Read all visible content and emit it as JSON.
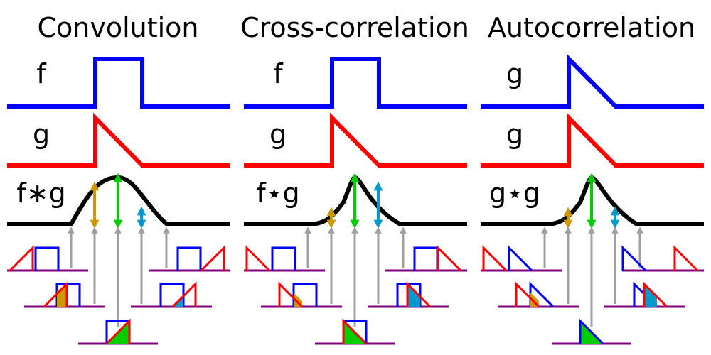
{
  "colors": {
    "f": "#0000ff",
    "g": "#ff0000",
    "result": "#000000",
    "axis": "#800080",
    "guide": "#a0a0a0",
    "arrow_peak": "#00cc00",
    "arrow_left": "#cc9900",
    "arrow_right": "#0099cc"
  },
  "panels": [
    {
      "id": "convolution",
      "title": "Convolution",
      "labels": {
        "top": "f",
        "middle": "g",
        "bottom": "f∗g"
      },
      "top_shape": "box",
      "slider_mode": "flipped"
    },
    {
      "id": "cross-correlation",
      "title": "Cross-correlation",
      "labels": {
        "top": "f",
        "middle": "g",
        "bottom": "f⋆g"
      },
      "top_shape": "box",
      "slider_mode": "normal"
    },
    {
      "id": "autocorrelation",
      "title": "Autocorrelation",
      "labels": {
        "top": "g",
        "middle": "g",
        "bottom": "g⋆g"
      },
      "top_shape": "ramp",
      "slider_mode": "ramp-pair"
    }
  ]
}
